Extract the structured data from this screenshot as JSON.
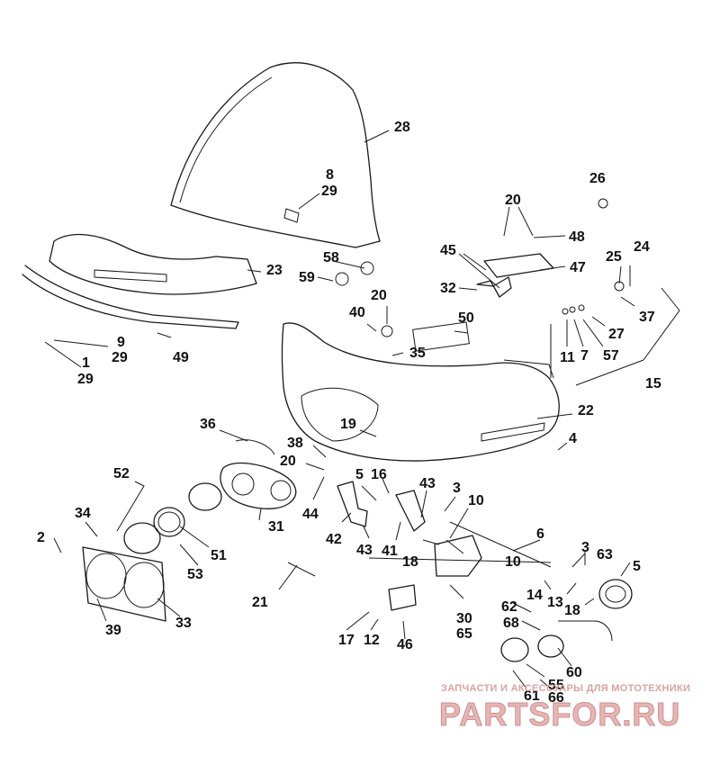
{
  "diagram": {
    "callouts": [
      {
        "id": "c28",
        "text": "28"
      },
      {
        "id": "c8",
        "text": "8"
      },
      {
        "id": "c29a",
        "text": "29"
      },
      {
        "id": "c26",
        "text": "26"
      },
      {
        "id": "c20a",
        "text": "20"
      },
      {
        "id": "c48",
        "text": "48"
      },
      {
        "id": "c45",
        "text": "45"
      },
      {
        "id": "c47",
        "text": "47"
      },
      {
        "id": "c24",
        "text": "24"
      },
      {
        "id": "c25",
        "text": "25"
      },
      {
        "id": "c23",
        "text": "23"
      },
      {
        "id": "c58",
        "text": "58"
      },
      {
        "id": "c59",
        "text": "59"
      },
      {
        "id": "c32",
        "text": "32"
      },
      {
        "id": "c20b",
        "text": "20"
      },
      {
        "id": "c37",
        "text": "37"
      },
      {
        "id": "c27",
        "text": "27"
      },
      {
        "id": "c40",
        "text": "40"
      },
      {
        "id": "c50",
        "text": "50"
      },
      {
        "id": "c9",
        "text": "9"
      },
      {
        "id": "c29b",
        "text": "29"
      },
      {
        "id": "c49",
        "text": "49"
      },
      {
        "id": "c35",
        "text": "35"
      },
      {
        "id": "c11",
        "text": "11"
      },
      {
        "id": "c7",
        "text": "7"
      },
      {
        "id": "c57",
        "text": "57"
      },
      {
        "id": "c1",
        "text": "1"
      },
      {
        "id": "c29c",
        "text": "29"
      },
      {
        "id": "c15",
        "text": "15"
      },
      {
        "id": "c22",
        "text": "22"
      },
      {
        "id": "c19",
        "text": "19"
      },
      {
        "id": "c36",
        "text": "36"
      },
      {
        "id": "c4",
        "text": "4"
      },
      {
        "id": "c38",
        "text": "38"
      },
      {
        "id": "c20c",
        "text": "20"
      },
      {
        "id": "c52",
        "text": "52"
      },
      {
        "id": "c5a",
        "text": "5"
      },
      {
        "id": "c16",
        "text": "16"
      },
      {
        "id": "c43a",
        "text": "43"
      },
      {
        "id": "c3a",
        "text": "3"
      },
      {
        "id": "c10a",
        "text": "10"
      },
      {
        "id": "c44",
        "text": "44"
      },
      {
        "id": "c34",
        "text": "34"
      },
      {
        "id": "c31",
        "text": "31"
      },
      {
        "id": "c42",
        "text": "42"
      },
      {
        "id": "c41",
        "text": "41"
      },
      {
        "id": "c43b",
        "text": "43"
      },
      {
        "id": "c18a",
        "text": "18"
      },
      {
        "id": "c6",
        "text": "6"
      },
      {
        "id": "c2",
        "text": "2"
      },
      {
        "id": "c51",
        "text": "51"
      },
      {
        "id": "c10b",
        "text": "10"
      },
      {
        "id": "c3b",
        "text": "3"
      },
      {
        "id": "c63",
        "text": "63"
      },
      {
        "id": "c53",
        "text": "53"
      },
      {
        "id": "c5b",
        "text": "5"
      },
      {
        "id": "c21",
        "text": "21"
      },
      {
        "id": "c14",
        "text": "14"
      },
      {
        "id": "c13",
        "text": "13"
      },
      {
        "id": "c62",
        "text": "62"
      },
      {
        "id": "c18b",
        "text": "18"
      },
      {
        "id": "c30",
        "text": "30"
      },
      {
        "id": "c68",
        "text": "68"
      },
      {
        "id": "c65",
        "text": "65"
      },
      {
        "id": "c39",
        "text": "39"
      },
      {
        "id": "c33",
        "text": "33"
      },
      {
        "id": "c17",
        "text": "17"
      },
      {
        "id": "c12",
        "text": "12"
      },
      {
        "id": "c46",
        "text": "46"
      },
      {
        "id": "c60",
        "text": "60"
      },
      {
        "id": "c55",
        "text": "55"
      },
      {
        "id": "c61",
        "text": "61"
      },
      {
        "id": "c66",
        "text": "66"
      }
    ]
  },
  "watermark": {
    "caption": "ЗАПЧАСТИ И АКСЕССУАРЫ ДЛЯ МОТОТЕХНИКИ",
    "logo": "PARTSFOR.RU",
    "color": "#e8b5b5"
  }
}
